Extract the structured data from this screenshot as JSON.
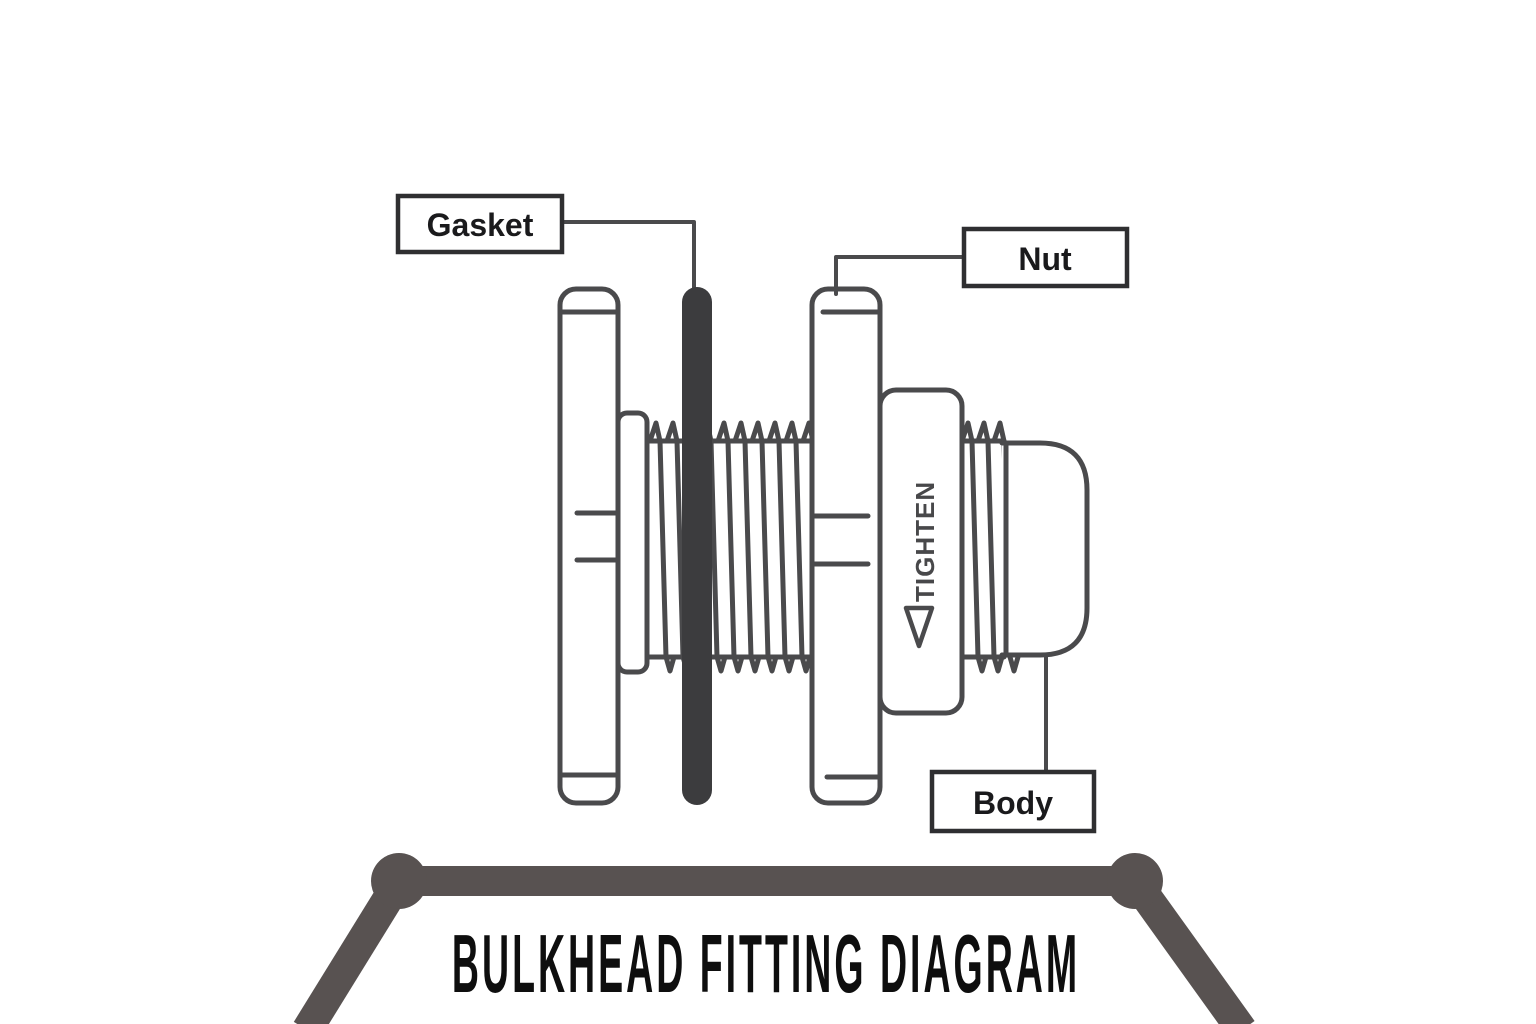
{
  "title": {
    "text": "BULKHEAD FITTING DIAGRAM"
  },
  "diagram": {
    "labels": {
      "gasket": "Gasket",
      "nut": "Nut",
      "body": "Body"
    },
    "annotations": {
      "tighten": "TIGHTEN"
    }
  },
  "colors": {
    "diagram_line": "#4a4a4c",
    "gasket_fill": "#3c3c3e",
    "label_box_border": "#2f2f31",
    "label_text": "#1a1a1c",
    "tighten_text": "#48484a",
    "frame": "#585251",
    "title_text": "#0e0e0e",
    "background": "#ffffff"
  }
}
